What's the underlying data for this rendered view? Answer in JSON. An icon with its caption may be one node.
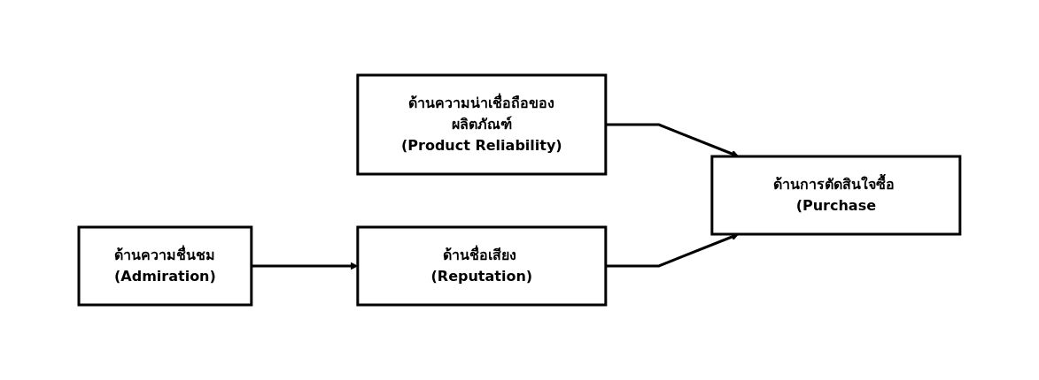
{
  "diagram": {
    "nodes": [
      {
        "text": [
          "ด้านความน่าเชื่อถือของผลิตภัณฑ์",
          "(Product Reliability)"
        ]
      },
      {
        "text": [
          "ด้านชื่อเสียง (Reputation)"
        ]
      },
      {
        "text": [
          "ด้านการตัดสินใจซื้อ (Purchase"
        ]
      },
      {
        "text": [
          "ด้านความชื่นชม",
          "(Admiration)"
        ]
      }
    ],
    "edges": [
      {
        "from": 0,
        "to": 2,
        "arrow": "to"
      },
      {
        "from": 1,
        "to": 2,
        "arrow": "to"
      },
      {
        "from": 3,
        "to": 1,
        "arrow": "to"
      }
    ]
  }
}
